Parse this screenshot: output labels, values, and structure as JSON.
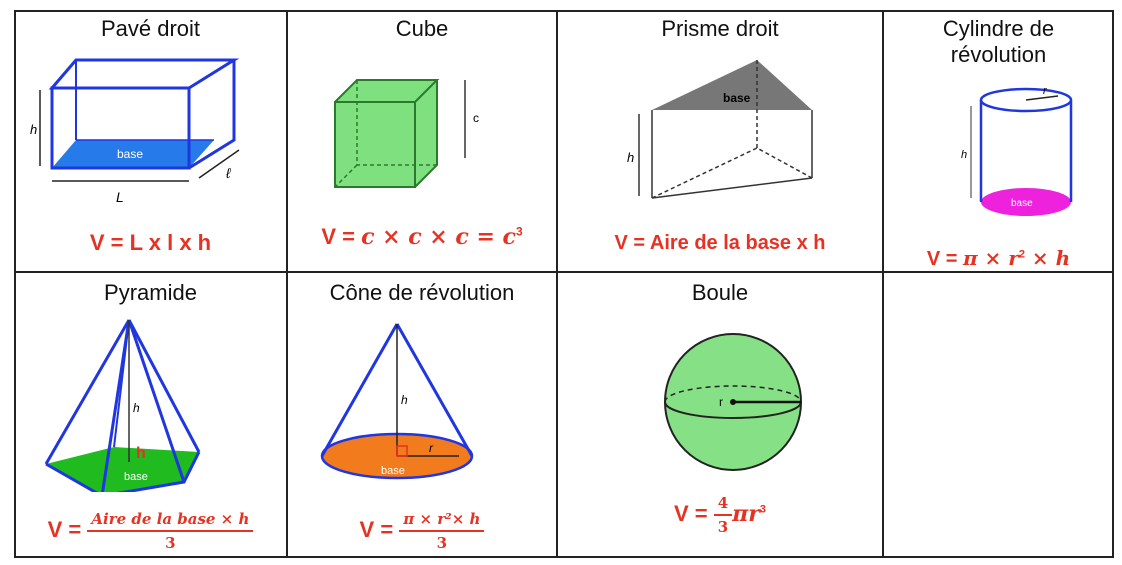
{
  "shapes": [
    {
      "title": "Pavé droit",
      "formula": "V = L x l x h",
      "labels": {
        "base": "base",
        "h": "h",
        "L": "L",
        "l": "ℓ"
      }
    },
    {
      "title": "Cube",
      "formula_prefix": "V = ",
      "formula_body": "c × c × c = c",
      "formula_sup": "3",
      "labels": {
        "c": "c"
      }
    },
    {
      "title": "Prisme droit",
      "formula": "V = Aire de la base x h",
      "labels": {
        "base": "base",
        "h": "h"
      }
    },
    {
      "title_line1": "Cylindre de",
      "title_line2": "révolution",
      "formula_prefix": "V = ",
      "formula_body1": "π × r",
      "formula_sup": "2",
      "formula_body2": " × h",
      "labels": {
        "base": "base",
        "h": "h",
        "r": "r"
      }
    },
    {
      "title": "Pyramide",
      "formula_prefix": "V = ",
      "numerator": "Aire de la base × h",
      "denominator": "3",
      "labels": {
        "base": "base",
        "h": "h"
      }
    },
    {
      "title": "Cône de révolution",
      "formula_prefix": "V = ",
      "numerator": "π × r²× h",
      "denominator": "3",
      "labels": {
        "base": "base",
        "h": "h",
        "r": "r"
      }
    },
    {
      "title": "Boule",
      "formula_prefix": "V = ",
      "numerator": "4",
      "denominator": "3",
      "formula_suffix": "πr",
      "formula_sup": "3",
      "labels": {
        "r": "r"
      }
    }
  ],
  "colors": {
    "formula": "#e53223",
    "edge": "#1f36e0",
    "cube": "#7ee07e",
    "cone_base": "#f27b1d",
    "sphere": "#86e086",
    "cyl_base": "#ee22dd"
  }
}
